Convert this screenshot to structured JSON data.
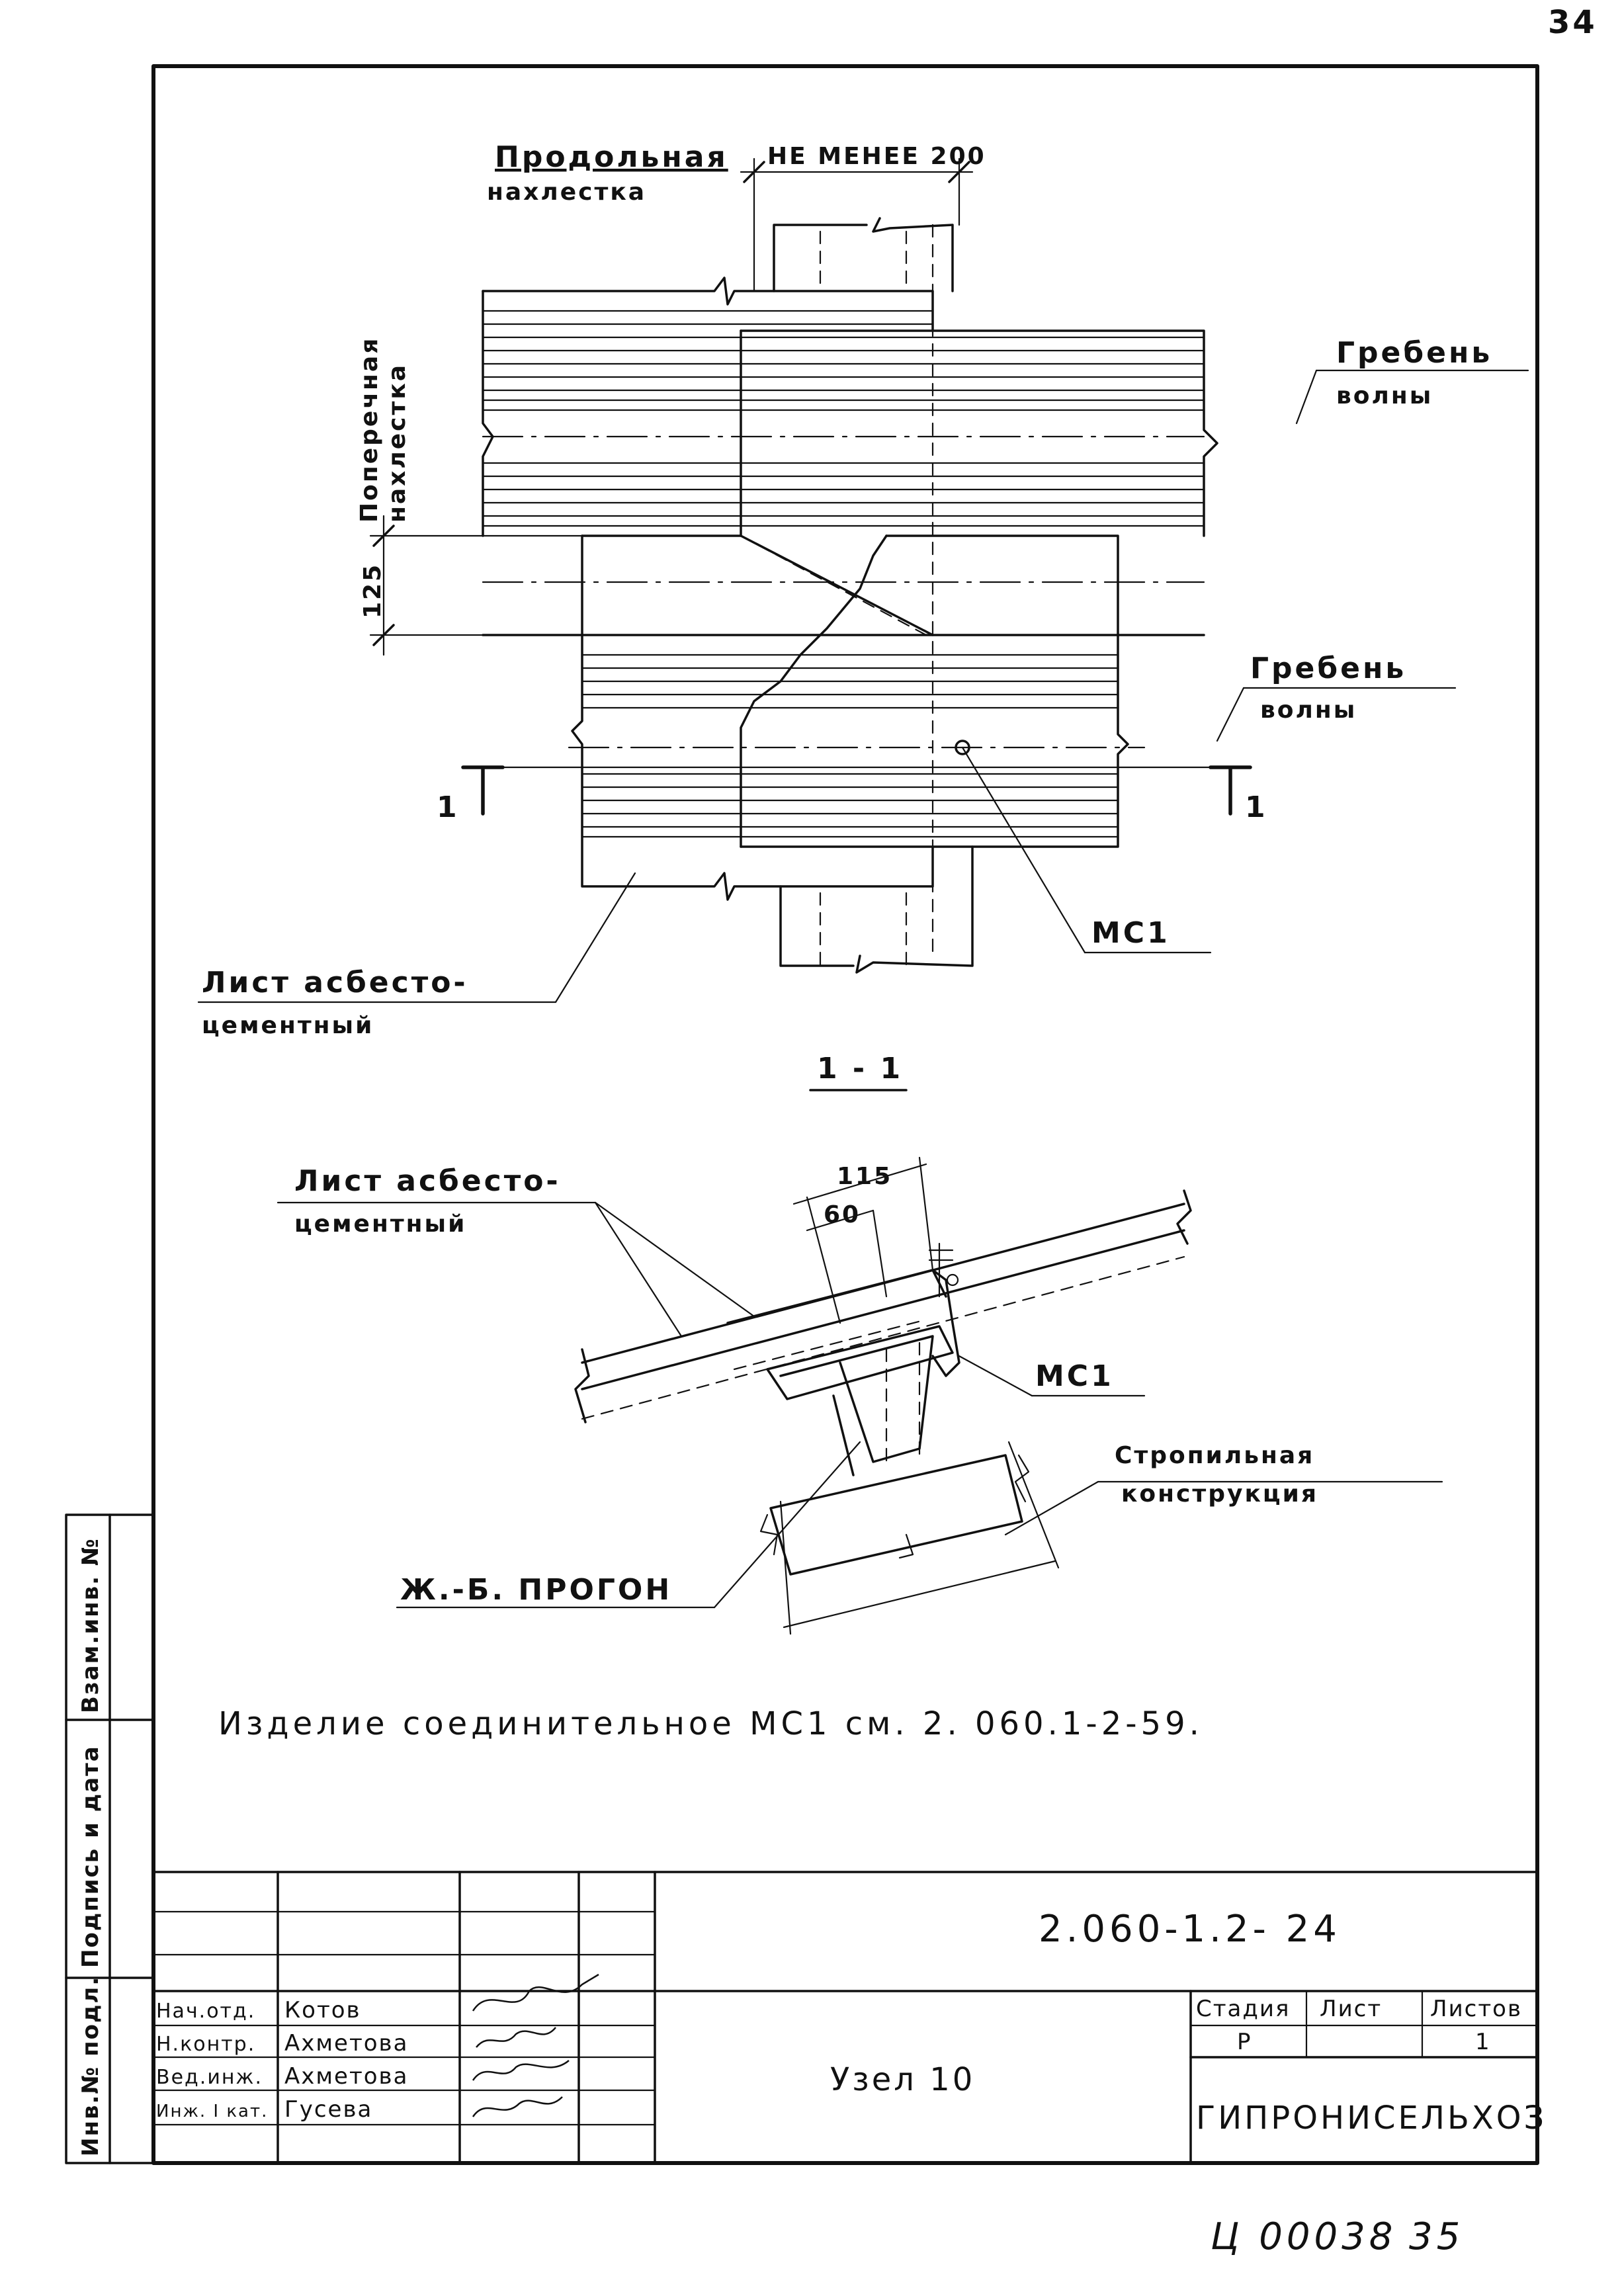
{
  "page": {
    "page_number_top": "34",
    "bottom_stamp": "Ц 00038",
    "bottom_page": "35"
  },
  "plan": {
    "label_longitudinal_line1": "Продольная",
    "label_longitudinal_line2": "нахлестка",
    "dim_min": "НЕ МЕНЕЕ 200",
    "label_transverse_line1": "Поперечная",
    "label_transverse_line2": "нахлестка",
    "dim_125": "125",
    "crest_top_line1": "Гребень",
    "crest_top_line2": "волны",
    "crest_bottom_line1": "Гребень",
    "crest_bottom_line2": "волны",
    "section_mark_left": "1",
    "section_mark_right": "1",
    "mc1_label": "МС1",
    "sheet_label_line1": "Лист асбесто-",
    "sheet_label_line2": "цементный"
  },
  "section": {
    "title": "1 - 1",
    "sheet_label_line1": "Лист асбесто-",
    "sheet_label_line2": "цементный",
    "dim_115": "115",
    "dim_60": "60",
    "mc1_label": "МС1",
    "rafter_line1": "Стропильная",
    "rafter_line2": "конструкция",
    "purlin_label": "Ж.-Б. ПРОГОН"
  },
  "note": "Изделие соединительное МС1 см.   2. 060.1-2-59.",
  "title_block": {
    "code": "2.060-1.2- 24",
    "drawing_title": "Узел 10",
    "stage_header": "Стадия",
    "sheet_header": "Лист",
    "sheets_header": "Листов",
    "stage_value": "Р",
    "sheets_value": "1",
    "organization": "ГИПРОНИСЕЛЬХОЗ",
    "roles": [
      {
        "role": "Нач.отд.",
        "name": "Котов"
      },
      {
        "role": "Н.контр.",
        "name": "Ахметова"
      },
      {
        "role": "Вед.инж.",
        "name": "Ахметова"
      },
      {
        "role": "Инж. I кат.",
        "name": "Гусева"
      }
    ]
  },
  "side_stamp": {
    "inv_orig": "Инв.№ подл.",
    "sign_date": "Подпись и дата",
    "inv_replace": "Взам.инв. №"
  }
}
